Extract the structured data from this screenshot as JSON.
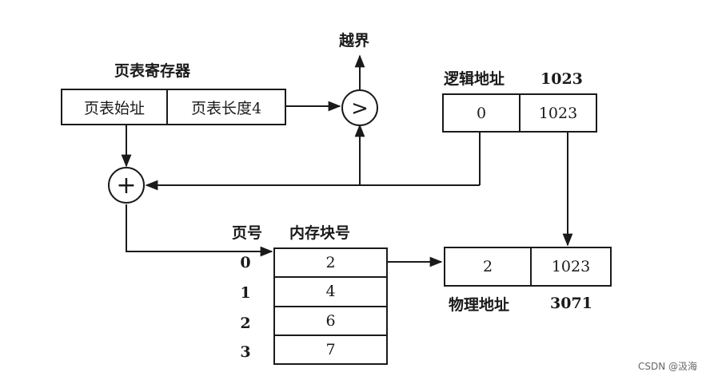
{
  "page_table_register": {
    "title": "页表寄存器",
    "start_address_label": "页表始址",
    "length_label": "页表长度4"
  },
  "comparator": {
    "symbol": ">"
  },
  "adder": {
    "symbol": "+"
  },
  "overflow_label": "越界",
  "logical_address": {
    "title": "逻辑地址",
    "value": "1023",
    "page_number": "0",
    "offset": "1023"
  },
  "page_table": {
    "col_page": "页号",
    "col_frame": "内存块号",
    "rows": [
      {
        "page": "0",
        "frame": "2"
      },
      {
        "page": "1",
        "frame": "4"
      },
      {
        "page": "2",
        "frame": "6"
      },
      {
        "page": "3",
        "frame": "7"
      }
    ]
  },
  "physical_address": {
    "title": "物理地址",
    "value": "3071",
    "frame": "2",
    "offset": "1023"
  },
  "watermark": "CSDN @汲海"
}
